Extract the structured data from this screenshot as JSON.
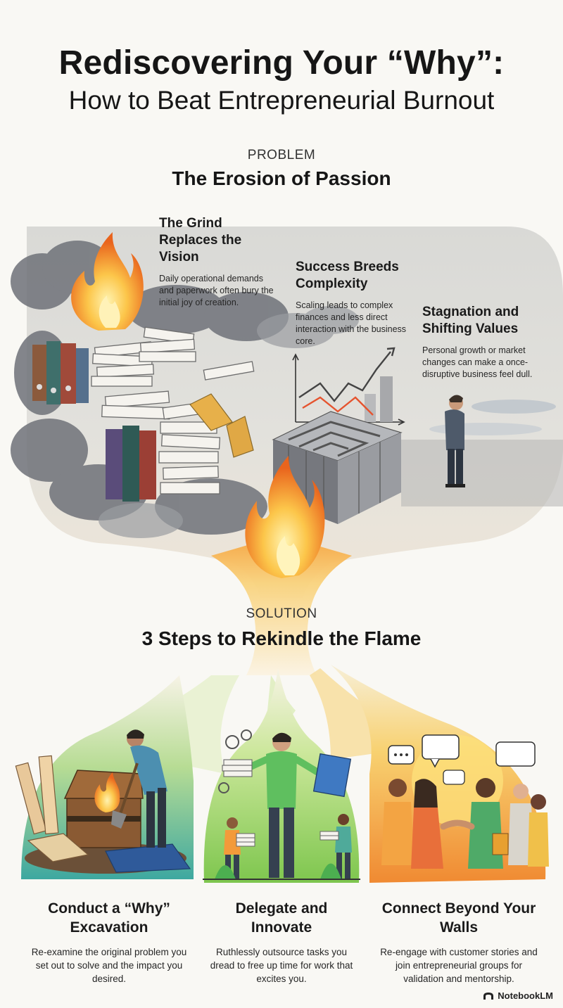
{
  "header": {
    "title_line1": "Rediscovering Your “Why”:",
    "title_line2": "How to Beat Entrepreneurial Burnout"
  },
  "problem": {
    "eyebrow": "PROBLEM",
    "heading": "The Erosion of Passion",
    "items": [
      {
        "title": "The Grind Replaces the Vision",
        "text": "Daily operational demands and paperwork often bury the initial joy of creation."
      },
      {
        "title": "Success Breeds Complexity",
        "text": "Scaling leads to complex finances and less direct interaction with the business core."
      },
      {
        "title": "Stagnation and Shifting Values",
        "text": "Personal growth or market changes can make a once-disruptive business feel dull."
      }
    ]
  },
  "solution": {
    "eyebrow": "SOLUTION",
    "heading": "3 Steps to Rekindle the Flame",
    "steps": [
      {
        "title": "Conduct a “Why” Excavation",
        "text": "Re-examine the original problem you set out to solve and the impact you desired."
      },
      {
        "title": "Delegate and Innovate",
        "text": "Ruthlessly outsource tasks you dread to free up time for work that excites you."
      },
      {
        "title": "Connect Beyond Your Walls",
        "text": "Re-engage with customer stories and join entrepreneurial groups for validation and mentorship."
      }
    ]
  },
  "brand": {
    "name": "NotebookLM",
    "icon": "notebooklm-logo-icon"
  },
  "colors": {
    "background": "#f9f8f4",
    "flame_orange": "#f08a1e",
    "flame_yellow": "#fcc64a",
    "smoke_gray": "#6f7279",
    "step1_teal": "#3fa6a1",
    "step2_green": "#7bc94d",
    "step3_orange": "#f39a3a"
  }
}
